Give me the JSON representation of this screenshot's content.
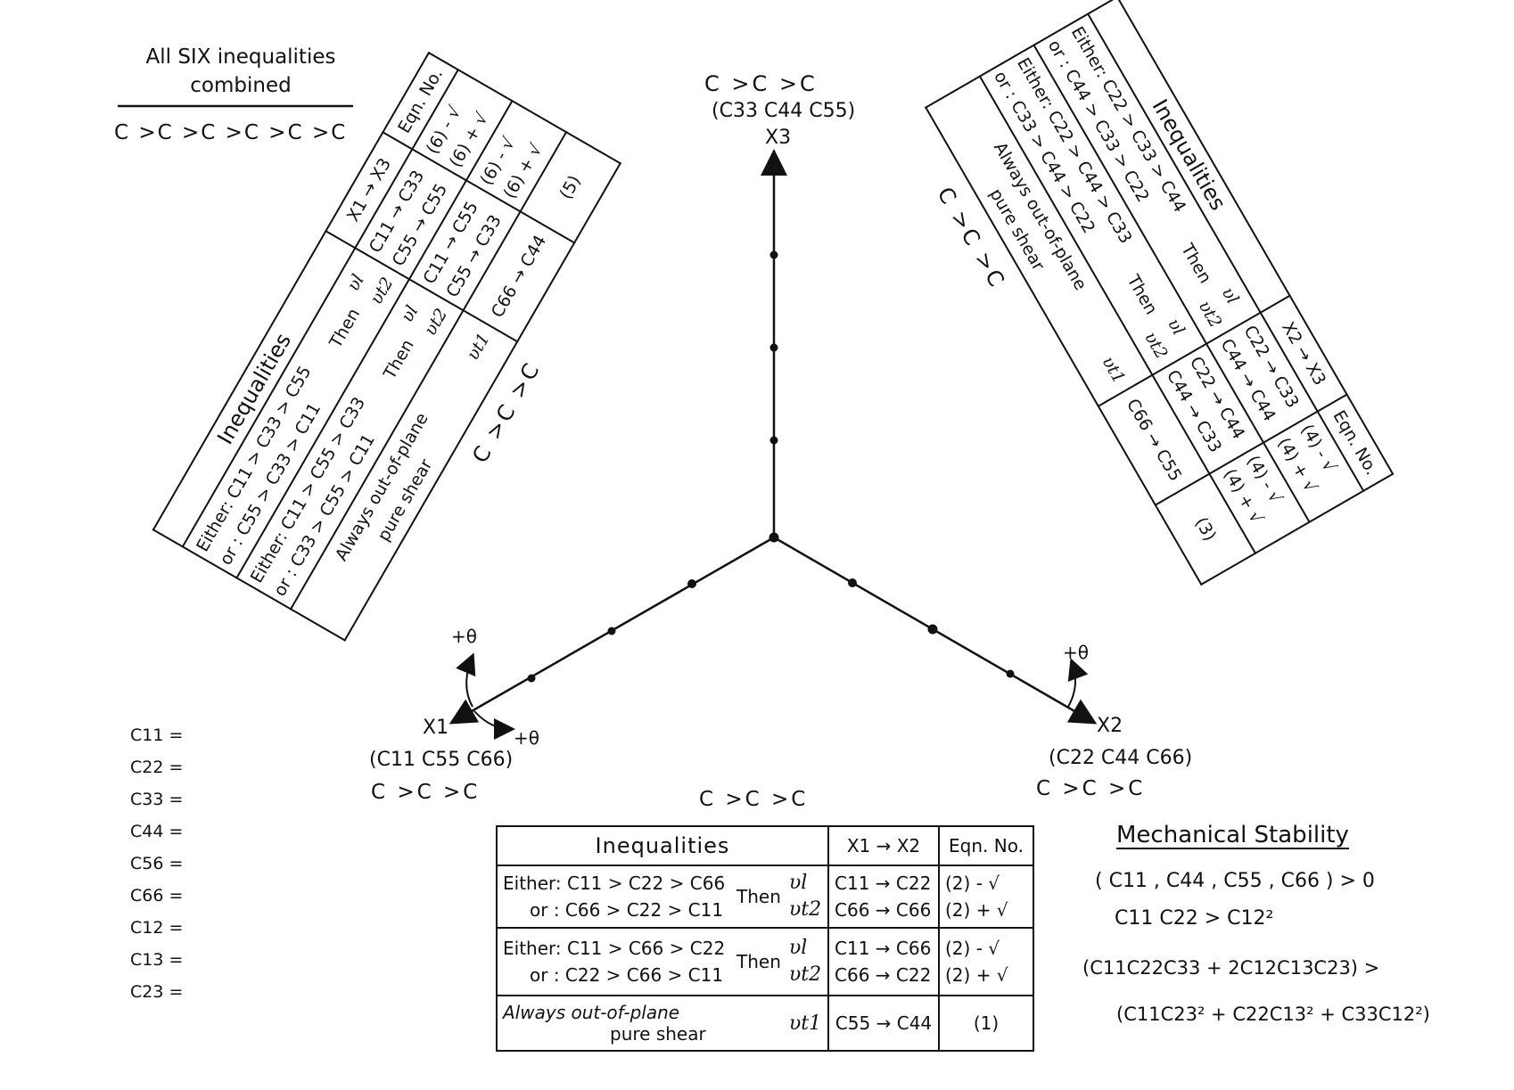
{
  "combined": {
    "title_line1": "All SIX inequalities",
    "title_line2": "combined",
    "expr": "C >C >C >C >C >C"
  },
  "axes": {
    "x3": {
      "top_ineq": "C >C >C",
      "coeffs": "(C33 C44 C55)",
      "label": "X3"
    },
    "x1": {
      "coeffs": "(C11 C55 C66)",
      "label": "X1",
      "ineq": "C >C >C",
      "plus_theta_up": "+θ",
      "plus_theta_side": "+θ"
    },
    "x2": {
      "coeffs": "(C22 C44 C66)",
      "label": "X2",
      "ineq": "C >C >C",
      "plus_theta": "+θ"
    },
    "bottom_ineq": "C >C >C"
  },
  "table_x1x3": {
    "headers": {
      "ineq": "Inequalities",
      "dir": "X1 → X3",
      "eqn": "Eqn. No."
    },
    "rows": [
      {
        "ineq1": "Either: C11 > C33 > C55",
        "ineq2": "or : C55 > C33 > C11",
        "then": "Then",
        "modes1": "υl",
        "modes2": "υt2",
        "dir1": "C11 → C33",
        "dir2": "C55 → C55",
        "eqn1": "(6) - √",
        "eqn2": "(6) + √"
      },
      {
        "ineq1": "Either: C11 > C55 > C33",
        "ineq2": "or : C33 > C55 > C11",
        "then": "Then",
        "modes1": "υl",
        "modes2": "υt2",
        "dir1": "C11 → C55",
        "dir2": "C55 → C33",
        "eqn1": "(6) - √",
        "eqn2": "(6) + √"
      },
      {
        "ineq1": "Always out-of-plane",
        "ineq2": "pure shear",
        "mode": "υt1",
        "dir": "C66 → C44",
        "eqn": "(5)"
      }
    ],
    "side_ineq": "C >C >C"
  },
  "table_x2x3": {
    "headers": {
      "ineq": "Inequalities",
      "dir": "X2 → X3",
      "eqn": "Eqn. No."
    },
    "rows": [
      {
        "ineq1": "Either: C22 > C33 > C44",
        "ineq2": "or : C44 > C33 > C22",
        "then": "Then",
        "modes1": "υl",
        "modes2": "υt2",
        "dir1": "C22 → C33",
        "dir2": "C44 → C44",
        "eqn1": "(4) - √",
        "eqn2": "(4) + √"
      },
      {
        "ineq1": "Either: C22 > C44 > C33",
        "ineq2": "or : C33 > C44 > C22",
        "then": "Then",
        "modes1": "υl",
        "modes2": "υt2",
        "dir1": "C22 → C44",
        "dir2": "C44 → C33",
        "eqn1": "(4) - √",
        "eqn2": "(4) + √"
      },
      {
        "ineq1": "Always out-of-plane",
        "ineq2": "pure shear",
        "mode": "υt1",
        "dir": "C66 → C55",
        "eqn": "(3)"
      }
    ],
    "side_ineq": "C >C >C"
  },
  "table_x1x2": {
    "headers": {
      "ineq": "Inequalities",
      "dir": "X1 → X2",
      "eqn": "Eqn. No."
    },
    "rows": [
      {
        "ineq1": "Either: C11 > C22 > C66",
        "ineq2": "or : C66 > C22 > C11",
        "then": "Then",
        "modes1": "υl",
        "modes2": "υt2",
        "dir1": "C11 → C22",
        "dir2": "C66 → C66",
        "eqn1": "(2) - √",
        "eqn2": "(2) + √"
      },
      {
        "ineq1": "Either: C11 > C66 > C22",
        "ineq2": "or : C22 > C66 > C11",
        "then": "Then",
        "modes1": "υl",
        "modes2": "υt2",
        "dir1": "C11 → C66",
        "dir2": "C66 → C22",
        "eqn1": "(2) - √",
        "eqn2": "(2) + √"
      },
      {
        "ineq1": "Always out-of-plane",
        "ineq2": "pure shear",
        "mode": "υt1",
        "dir": "C55 → C44",
        "eqn": "(1)"
      }
    ]
  },
  "coefficients": [
    "C11 =",
    "C22 =",
    "C33 =",
    "C44 =",
    "C56 =",
    "C66 =",
    "C12 =",
    "C13 =",
    "C23 ="
  ],
  "stability": {
    "title": "Mechanical Stability",
    "line1": "( C11 , C44 , C55 , C66 ) > 0",
    "line2": "C11 C22 > C12²",
    "line3": "(C11C22C33 + 2C12C13C23) >",
    "line4": "(C11C23² + C22C13² + C33C12²)"
  }
}
